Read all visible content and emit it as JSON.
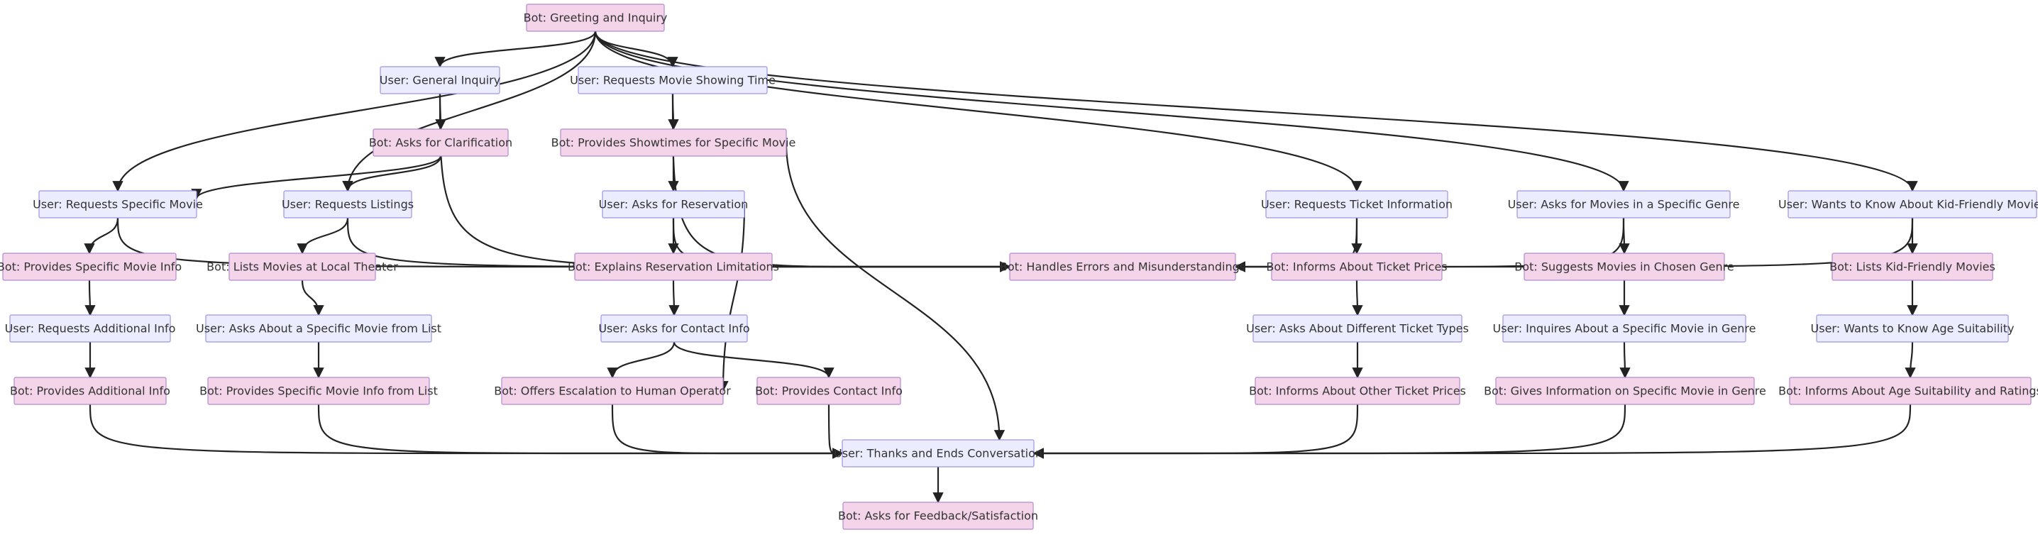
{
  "nodes": {
    "greet": {
      "label": "Bot: Greeting and Inquiry",
      "kind": "bot"
    },
    "general": {
      "label": "User: General Inquiry",
      "kind": "user"
    },
    "showtime_req": {
      "label": "User: Requests Movie Showing Time",
      "kind": "user"
    },
    "clarify": {
      "label": "Bot: Asks for Clarification",
      "kind": "bot"
    },
    "showtimes": {
      "label": "Bot: Provides Showtimes for Specific Movie",
      "kind": "bot"
    },
    "specific_movie": {
      "label": "User: Requests Specific Movie",
      "kind": "user"
    },
    "listings": {
      "label": "User: Requests Listings",
      "kind": "user"
    },
    "reservation": {
      "label": "User: Asks for Reservation",
      "kind": "user"
    },
    "ticket_info": {
      "label": "User: Requests Ticket Information",
      "kind": "user"
    },
    "genre": {
      "label": "User: Asks for Movies in a Specific Genre",
      "kind": "user"
    },
    "kids": {
      "label": "User: Wants to Know About Kid-Friendly Movies",
      "kind": "user"
    },
    "movie_info": {
      "label": "Bot: Provides Specific Movie Info",
      "kind": "bot"
    },
    "local_list": {
      "label": "Bot: Lists Movies at Local Theater",
      "kind": "bot"
    },
    "res_limits": {
      "label": "Bot: Explains Reservation Limitations",
      "kind": "bot"
    },
    "errors": {
      "label": "Bot: Handles Errors and Misunderstandings",
      "kind": "bot"
    },
    "ticket_prices": {
      "label": "Bot: Informs About Ticket Prices",
      "kind": "bot"
    },
    "genre_suggest": {
      "label": "Bot: Suggests Movies in Chosen Genre",
      "kind": "bot"
    },
    "kid_list": {
      "label": "Bot: Lists Kid-Friendly Movies",
      "kind": "bot"
    },
    "additional_req": {
      "label": "User: Requests Additional Info",
      "kind": "user"
    },
    "from_list": {
      "label": "User: Asks About a Specific Movie from List",
      "kind": "user"
    },
    "contact_req": {
      "label": "User: Asks for Contact Info",
      "kind": "user"
    },
    "ticket_types": {
      "label": "User: Asks About Different Ticket Types",
      "kind": "user"
    },
    "genre_movie": {
      "label": "User: Inquires About a Specific Movie in Genre",
      "kind": "user"
    },
    "age_suit": {
      "label": "User: Wants to Know Age Suitability",
      "kind": "user"
    },
    "additional": {
      "label": "Bot: Provides Additional Info",
      "kind": "bot"
    },
    "list_movie_info": {
      "label": "Bot: Provides Specific Movie Info from List",
      "kind": "bot"
    },
    "escalation": {
      "label": "Bot: Offers Escalation to Human Operator",
      "kind": "bot"
    },
    "contact": {
      "label": "Bot: Provides Contact Info",
      "kind": "bot"
    },
    "other_prices": {
      "label": "Bot: Informs About Other Ticket Prices",
      "kind": "bot"
    },
    "genre_movie_info": {
      "label": "Bot: Gives Information on Specific Movie in Genre",
      "kind": "bot"
    },
    "age_ratings": {
      "label": "Bot: Informs About Age Suitability and Ratings",
      "kind": "bot"
    },
    "thanks": {
      "label": "User: Thanks and Ends Conversation",
      "kind": "user"
    },
    "feedback": {
      "label": "Bot: Asks for Feedback/Satisfaction",
      "kind": "bot"
    }
  },
  "edges": [
    [
      "greet",
      "general"
    ],
    [
      "greet",
      "showtime_req"
    ],
    [
      "greet",
      "specific_movie"
    ],
    [
      "greet",
      "listings"
    ],
    [
      "greet",
      "ticket_info"
    ],
    [
      "greet",
      "genre"
    ],
    [
      "greet",
      "kids"
    ],
    [
      "general",
      "clarify"
    ],
    [
      "general",
      "errors"
    ],
    [
      "showtime_req",
      "showtimes"
    ],
    [
      "showtime_req",
      "errors"
    ],
    [
      "clarify",
      "specific_movie"
    ],
    [
      "clarify",
      "listings"
    ],
    [
      "showtimes",
      "reservation"
    ],
    [
      "showtimes",
      "thanks"
    ],
    [
      "specific_movie",
      "movie_info"
    ],
    [
      "specific_movie",
      "errors"
    ],
    [
      "listings",
      "local_list"
    ],
    [
      "listings",
      "errors"
    ],
    [
      "reservation",
      "res_limits"
    ],
    [
      "reservation",
      "escalation"
    ],
    [
      "reservation",
      "errors"
    ],
    [
      "ticket_info",
      "ticket_prices"
    ],
    [
      "ticket_info",
      "errors"
    ],
    [
      "genre",
      "genre_suggest"
    ],
    [
      "genre",
      "errors"
    ],
    [
      "kids",
      "kid_list"
    ],
    [
      "kids",
      "errors"
    ],
    [
      "movie_info",
      "additional_req"
    ],
    [
      "local_list",
      "from_list"
    ],
    [
      "res_limits",
      "contact_req"
    ],
    [
      "ticket_prices",
      "ticket_types"
    ],
    [
      "genre_suggest",
      "genre_movie"
    ],
    [
      "kid_list",
      "age_suit"
    ],
    [
      "additional_req",
      "additional"
    ],
    [
      "from_list",
      "list_movie_info"
    ],
    [
      "contact_req",
      "escalation"
    ],
    [
      "contact_req",
      "contact"
    ],
    [
      "ticket_types",
      "other_prices"
    ],
    [
      "genre_movie",
      "genre_movie_info"
    ],
    [
      "age_suit",
      "age_ratings"
    ],
    [
      "additional",
      "thanks"
    ],
    [
      "list_movie_info",
      "thanks"
    ],
    [
      "escalation",
      "thanks"
    ],
    [
      "contact",
      "thanks"
    ],
    [
      "other_prices",
      "thanks"
    ],
    [
      "genre_movie_info",
      "thanks"
    ],
    [
      "age_ratings",
      "thanks"
    ],
    [
      "thanks",
      "feedback"
    ]
  ],
  "colors": {
    "bot_fill": "#f4d4e9",
    "bot_stroke": "#b38ad0",
    "user_fill": "#ececff",
    "user_stroke": "#9b95e6",
    "edge": "#222222",
    "text": "#333333"
  }
}
